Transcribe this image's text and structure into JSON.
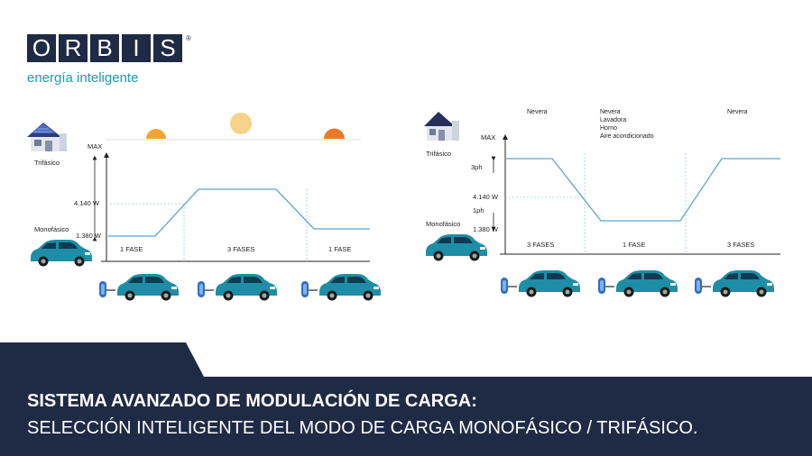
{
  "brand": {
    "letters": [
      "O",
      "R",
      "B",
      "I",
      "S"
    ],
    "registered": "®",
    "tagline": "energía inteligente"
  },
  "left_diagram": {
    "trifasico_label": "Trifásico",
    "monofasico_label": "Monofásico",
    "axis_max": "MAX",
    "level_high": "4.140 W",
    "level_low": "1.380 W",
    "phases": [
      "1 FASE",
      "3 FASES",
      "1 FASE"
    ]
  },
  "right_diagram": {
    "trifasico_label": "Trifásico",
    "monofasico_label": "Monofásico",
    "axis_max": "MAX",
    "axis_3ph": "3ph",
    "level_high": "4.140 W",
    "axis_1ph": "1ph",
    "level_low": "1.380 W",
    "phases": [
      "3 FASES",
      "1 FASE",
      "3 FASES"
    ],
    "appliances": [
      "Nevera",
      "Nevera\nLavadora\nHorno\nAire acondicionado",
      "Nevera"
    ]
  },
  "banner": {
    "title": "SISTEMA AVANZADO DE MODULACIÓN DE CARGA:",
    "subtitle": "SELECCIÓN INTELIGENTE DEL MODO DE CARGA MONOFÁSICO / TRIFÁSICO."
  },
  "colors": {
    "navy": "#1f2a44",
    "teal": "#1a9cb0",
    "line": "#5ea5d0",
    "sun_orange": "#f4a531",
    "sun_pale": "#f8d28a",
    "sun_red": "#ec7a24",
    "car_body": "#1e8ea6",
    "charger": "#2d6fc7"
  }
}
